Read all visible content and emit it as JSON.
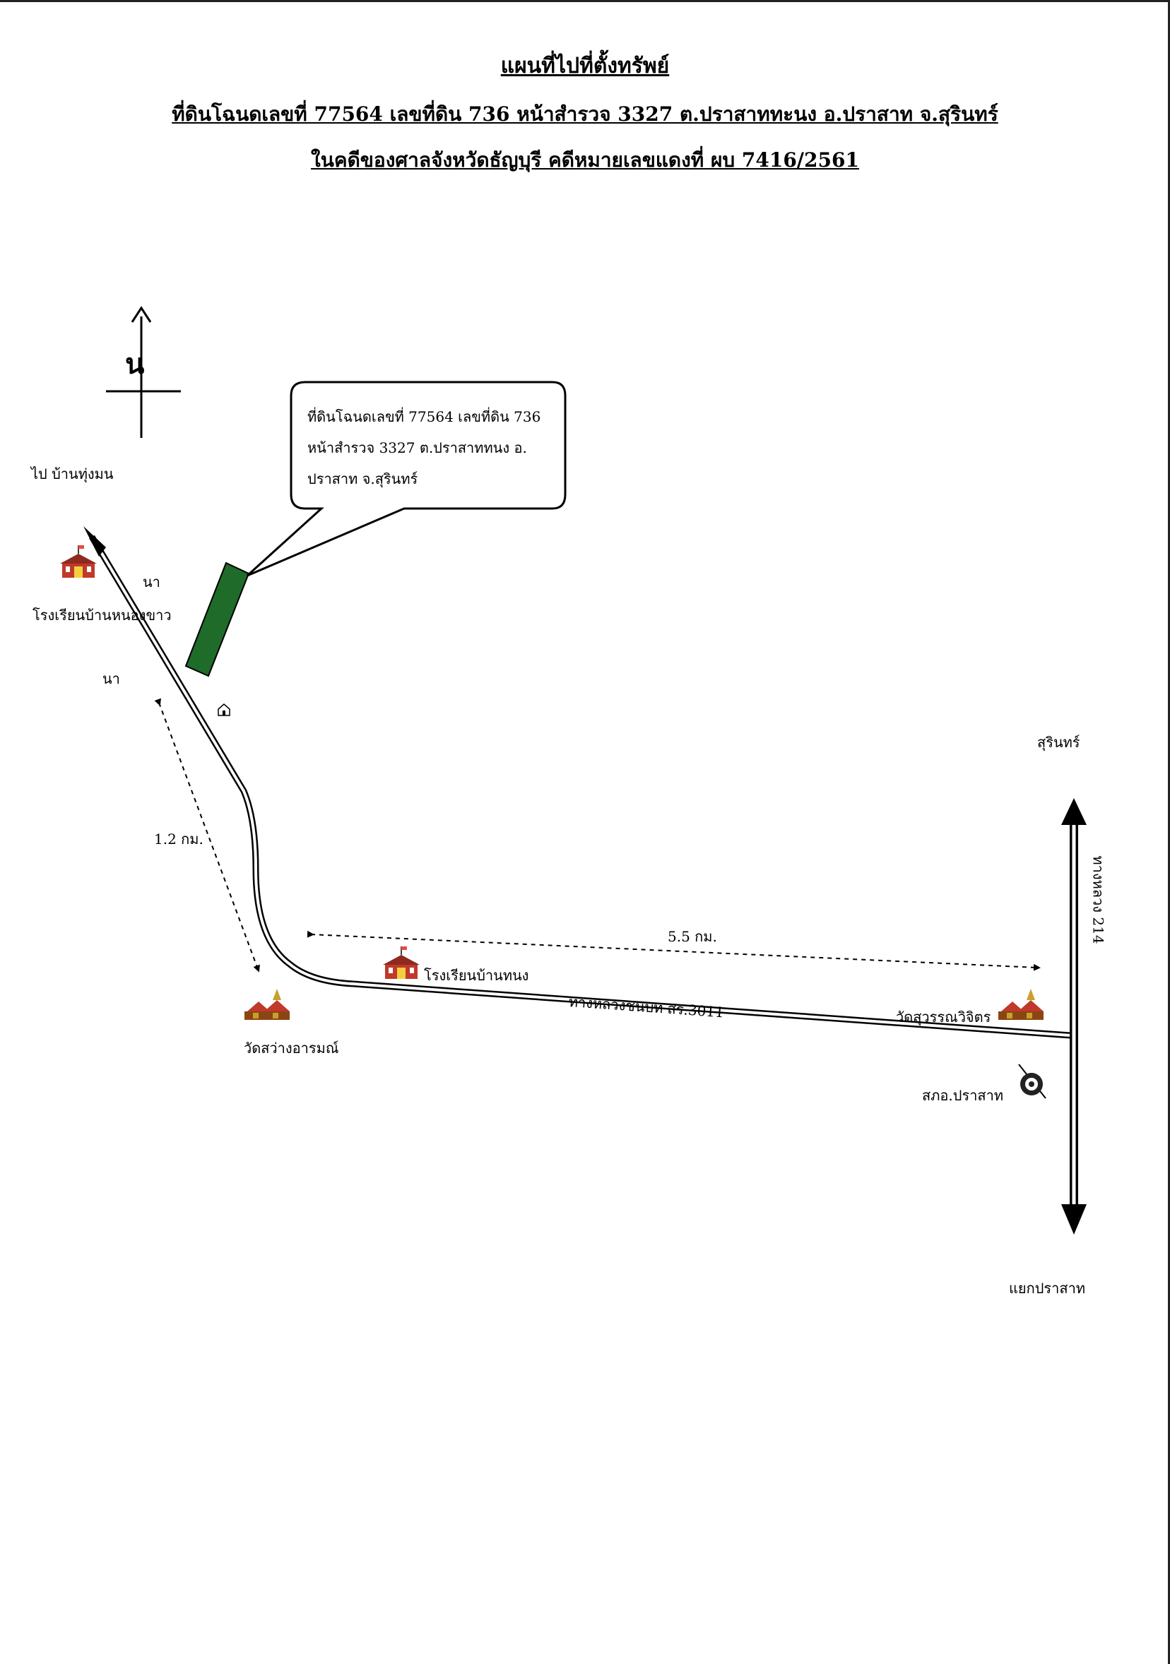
{
  "title": {
    "line1": "แผนที่ไปที่ตั้งทรัพย์",
    "line2": "ที่ดินโฉนดเลขที่ 77564  เลขที่ดิน 736 หน้าสำรวจ 3327  ต.ปราสาททะนง  อ.ปราสาท จ.สุรินทร์",
    "line3": "ในคดีของศาลจังหวัดธัญบุรี   คดีหมายเลขแดงที่  ผบ 7416/2561"
  },
  "compass": {
    "north_label": "น"
  },
  "callout": {
    "line1": "ที่ดินโฉนดเลขที่ 77564 เลขที่ดิน 736",
    "line2": "หน้าสำรวจ 3327 ต.ปราสาททนง  อ.",
    "line3": "ปราสาท  จ.สุรินทร์"
  },
  "labels": {
    "to_ban_thung_mon": "ไป บ้านทุ่งมน",
    "field_upper": "นา",
    "field_lower": "นา",
    "school_nong_khao": "โรงเรียนบ้านหนองขาว",
    "distance_north_road": "1.2 กม.",
    "distance_main_road": "5.5 กม.",
    "school_ban_thanong": "โรงเรียนบ้านทนง",
    "rural_road": "ทางหลวงชนบท สร.3011",
    "wat_sawang": "วัดสว่างอารมณ์",
    "wat_suwan": "วัดสุวรรณวิจิตร",
    "police_station": "สภอ.ปราสาท",
    "surin": "สุรินทร์",
    "highway": "ทางหลวง 214",
    "prasat_junction": "แยกปราสาท"
  },
  "icons": {
    "school": "school-icon",
    "temple": "temple-icon",
    "house": "house-icon",
    "police": "police-badge-icon",
    "parcel": "land-parcel"
  },
  "colors": {
    "parcel_fill": "#1f6b2a",
    "school_red": "#c0392b",
    "temple_gold": "#c8a02a"
  }
}
